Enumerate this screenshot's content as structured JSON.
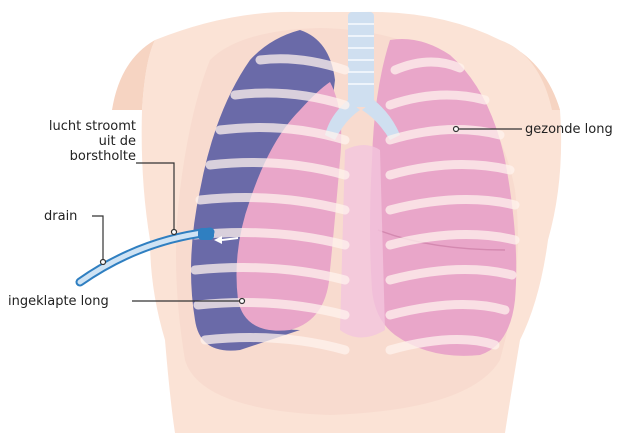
{
  "labels": {
    "air_line1": "lucht stroomt",
    "air_line2": "uit de",
    "air_line3": "borstholte",
    "drain": "drain",
    "collapsed_lung": "ingeklapte long",
    "healthy_lung": "gezonde long"
  },
  "colors": {
    "skin": "#fbe3d6",
    "skin_dark": "#f3cbb4",
    "lung_pink": "#e9a6c9",
    "lung_pink_light": "#f3c5dd",
    "pleural_space": "#6a6aa8",
    "trachea": "#cfdff0",
    "rib": "#fff3ee",
    "drain_blue": "#2f7fc1",
    "leader": "#333333"
  }
}
